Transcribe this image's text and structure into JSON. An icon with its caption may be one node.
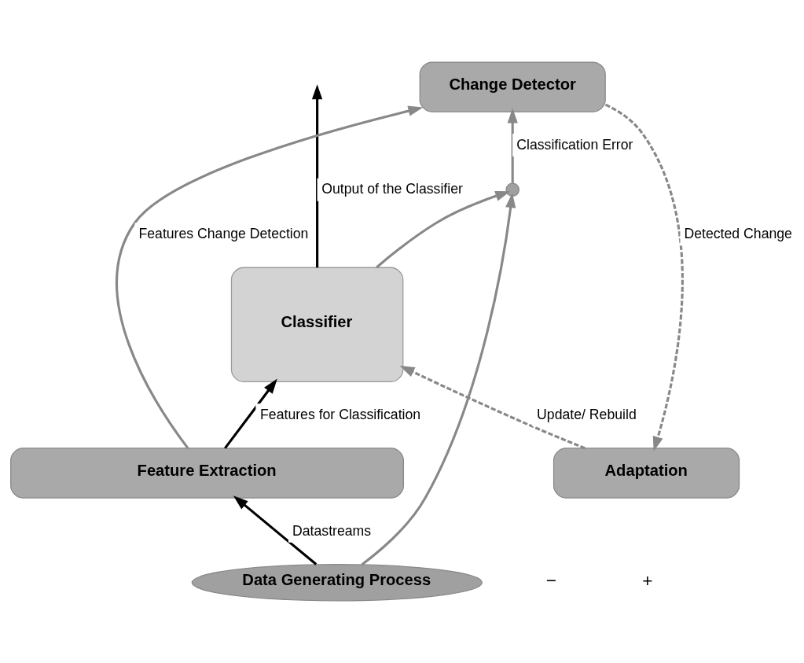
{
  "diagram": {
    "nodes": [
      {
        "text": [
          "Adaptation"
        ]
      },
      {
        "text": [
          "Classifier"
        ]
      },
      {
        "text": [
          "Change Detector"
        ]
      },
      {
        "text": [
          "Feature Extraction"
        ]
      },
      {
        "text": [
          "Data Generating Process"
        ]
      },
      {
        "text": [],
        "shape": "circle"
      }
    ],
    "edges": [
      {
        "from": 0,
        "to": 1,
        "arrow": "to",
        "label": "Update/ Rebuild",
        "style": "dashed"
      },
      {
        "from": 2,
        "to": 0,
        "arrow": "to",
        "label": "Detected Change",
        "style": "dashed"
      },
      {
        "from": 5,
        "to": 2,
        "arrow": "to",
        "label": "Classification Error"
      },
      {
        "from": 3,
        "to": 2,
        "arrow": "to",
        "label": "Features Change Detection"
      },
      {
        "from": 3,
        "to": 1,
        "arrow": "to",
        "label": "Features for Classification",
        "color": "#000000"
      },
      {
        "from": 4,
        "to": 3,
        "arrow": "to",
        "label": "Datastreams",
        "color": "#000000"
      },
      {
        "from": 1,
        "to": null,
        "arrow": "to",
        "label": "Output of the Classifier",
        "color": "#000000"
      },
      {
        "from": 1,
        "to": 5,
        "arrow": "to"
      },
      {
        "from": 4,
        "to": 5,
        "arrow": "to"
      }
    ],
    "labels": [
      "−",
      "+"
    ]
  }
}
